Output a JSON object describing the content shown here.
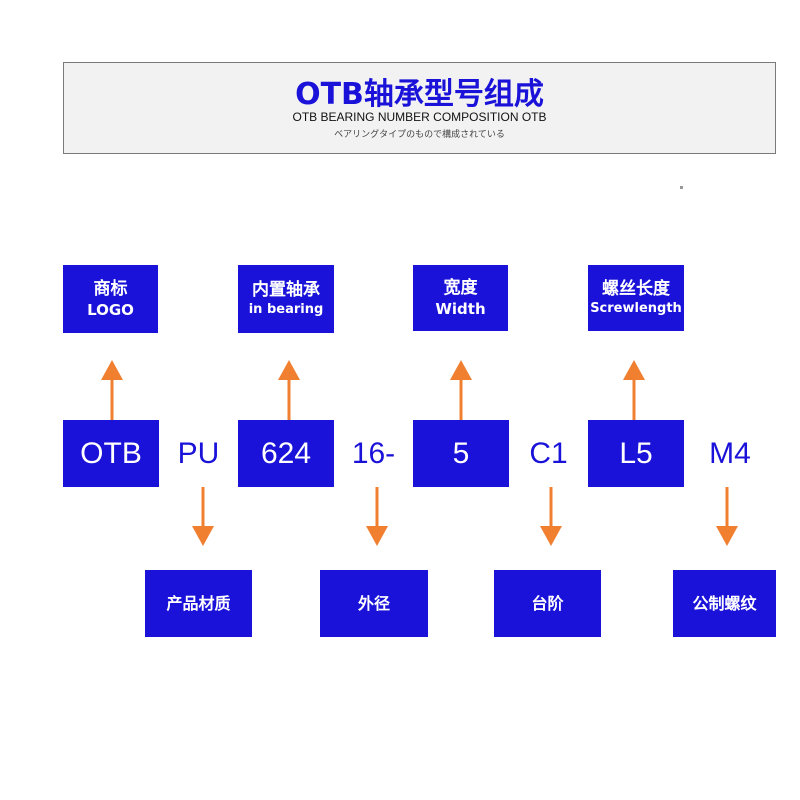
{
  "header": {
    "title": "OTB轴承型号组成",
    "subtitle_en": "OTB BEARING NUMBER COMPOSITION OTB",
    "subtitle_jp": "ベアリングタイプのもので構成されている"
  },
  "top_labels": [
    {
      "line1": "商标",
      "line2": "LOGO"
    },
    {
      "line1": "内置轴承",
      "line2": "in bearing"
    },
    {
      "line1": "宽度",
      "line2": "Width"
    },
    {
      "line1": "螺丝长度",
      "line2": "Screwlength"
    }
  ],
  "segments": [
    {
      "text": "OTB",
      "style": "blue"
    },
    {
      "text": "PU",
      "style": "white"
    },
    {
      "text": "624",
      "style": "blue"
    },
    {
      "text": "16-",
      "style": "white"
    },
    {
      "text": "5",
      "style": "blue"
    },
    {
      "text": "C1",
      "style": "white"
    },
    {
      "text": "L5",
      "style": "blue"
    },
    {
      "text": "M4",
      "style": "white"
    }
  ],
  "bottom_labels": [
    {
      "text": "产品材质"
    },
    {
      "text": "外径"
    },
    {
      "text": "台阶"
    },
    {
      "text": "公制螺纹"
    }
  ],
  "colors": {
    "blue": "#1a12d9",
    "arrow": "#f08030"
  }
}
